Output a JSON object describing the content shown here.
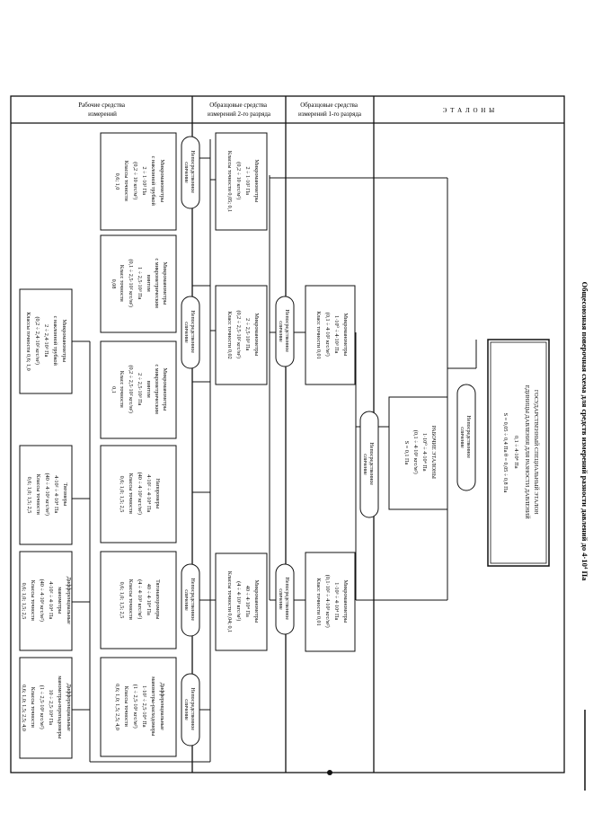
{
  "title": "Общесоюзная поверочная схема для средств измерений разности давлений до 4·10⁴ Па",
  "headers": {
    "working": [
      "Рабочие средства",
      "измерений"
    ],
    "second": [
      "Образцовые средства",
      "измерений 2-го разряда"
    ],
    "first": [
      "Образцовые средства",
      "измерений 1-го разряда"
    ],
    "etalons": "Э Т А Л О Н Ы"
  },
  "ovals": {
    "direct": [
      "Непосредственное",
      "сличение"
    ]
  },
  "state_standard": [
    "ГОСУДАРСТВЕННЫЙ СПЕЦИАЛЬНЫЙ ЭТАЛОН",
    "ЕДИНИЦЫ ДАВЛЕНИЯ ДЛЯ РАЗНОСТИ ДАВЛЕНИЙ",
    "0,1 ÷ 4·10⁴ Па",
    "S = 0,05 ÷ 0,4 Па   θ = 0,05 ÷ 0,8 Па"
  ],
  "working_standards": [
    "РАБОЧИЕ ЭТАЛОНЫ",
    "1·10⁰ ÷ 4·10⁴ Па",
    "(0,1 ÷ 4·10³ кгс/м²)",
    "S = 0,1 Па"
  ],
  "first_rank": {
    "upper": [
      "Микроманометры",
      "1·10⁰ ÷ 4·10³ Па",
      "(0,1 ÷ 4·10² кгс/м²)",
      "Класс точности 0,01"
    ],
    "lower": [
      "Микроманометры",
      "1·10³ ÷ 4·10⁴ Па",
      "(0,1·10² ÷ 4·10³ кгс/м²)",
      "Класс точности 0,01"
    ]
  },
  "second_rank": {
    "a": [
      "Микроманометры",
      "2 ÷ 1·10² Па",
      "(0,2 ÷ 10 кгс/м²)",
      "Классы точности 0,05; 0,1"
    ],
    "b": [
      "Микроманометры",
      "2 ÷ 2,5·10³ Па",
      "(0,2 ÷ 2,5·10² кгс/м²)",
      "Класс точности 0,02"
    ],
    "c": [
      "Микроманометры",
      "40 ÷ 4·10⁴ Па",
      "(4 ÷ 4·10³ кгс/м²)",
      "Классы точности 0,04; 0,1"
    ]
  },
  "working_col2": {
    "a": [
      "Микроманометры",
      "с наклонной трубкой",
      "2 ÷ 1·10² Па",
      "(0,2 ÷ 10 кгс/м²)",
      "Классы точности",
      "0,6; 1,0"
    ],
    "b": [
      "Микроманометры",
      "с микрометрическим",
      "винтом",
      "1 ÷ 2,5·10³ Па",
      "(0,1 ÷ 2,5·10² кгс/м²)",
      "Класс точности",
      "0,08"
    ],
    "c": [
      "Микроманометры",
      "с микрометрическим",
      "винтом",
      "2 ÷ 2,5·10³ Па",
      "(0,2 ÷ 2,5·10² кгс/м²)",
      "Класс точности",
      "0,1"
    ],
    "d": [
      "Напоромеры",
      "4·10² ÷ 4·10⁴ Па",
      "(40 ÷ 4·10³ кгс/м²)",
      "Классы точности",
      "0,6; 1,0; 1,5; 2,5"
    ],
    "e": [
      "Тягонапоромеры",
      "40 ÷ 4·10⁴ Па",
      "(4 ÷ 4·10³ кгс/м²)",
      "Классы точности",
      "0,6; 1,0; 1,5; 2,5"
    ],
    "f": [
      "Дифференциальные",
      "манометры-расходомеры",
      "1·10² ÷ 2,5·10⁴ Па",
      "(1 ÷ 2,5·10³ кгс/м²)",
      "Классы точности",
      "0,6; 1,0; 1,5; 2,5; 4,0"
    ]
  },
  "working_col1": {
    "a": [
      "Микроманометры",
      "с наклонной трубкой",
      "2 ÷ 2,4·10³ Па",
      "(0,2 ÷ 2,4·10² кгс/м²)",
      "Классы точности 0,6; 1,0"
    ],
    "b": [
      "Тягомеры",
      "4·10² ÷ 4·10⁴ Па",
      "(40 ÷ 4·10³ кгс/м²)",
      "Классы точности",
      "0,6; 1,0; 1,5; 2,5"
    ],
    "c": [
      "Дифференциальные",
      "манометры",
      "4·10² ÷ 4·10⁴ Па",
      "(40 ÷ 4·10³ кгс/м²)",
      "Классы точности",
      "0,6; 1,0; 1,5; 2,5"
    ],
    "d": [
      "Дифференциальные",
      "манометры-перепадомеры",
      "10 ÷ 2,5·10⁴ Па",
      "(1 ÷ 2,5·10³ кгс/м²)",
      "Классы точности",
      "0,6; 1,0; 1,5; 2,5; 4,0"
    ]
  }
}
